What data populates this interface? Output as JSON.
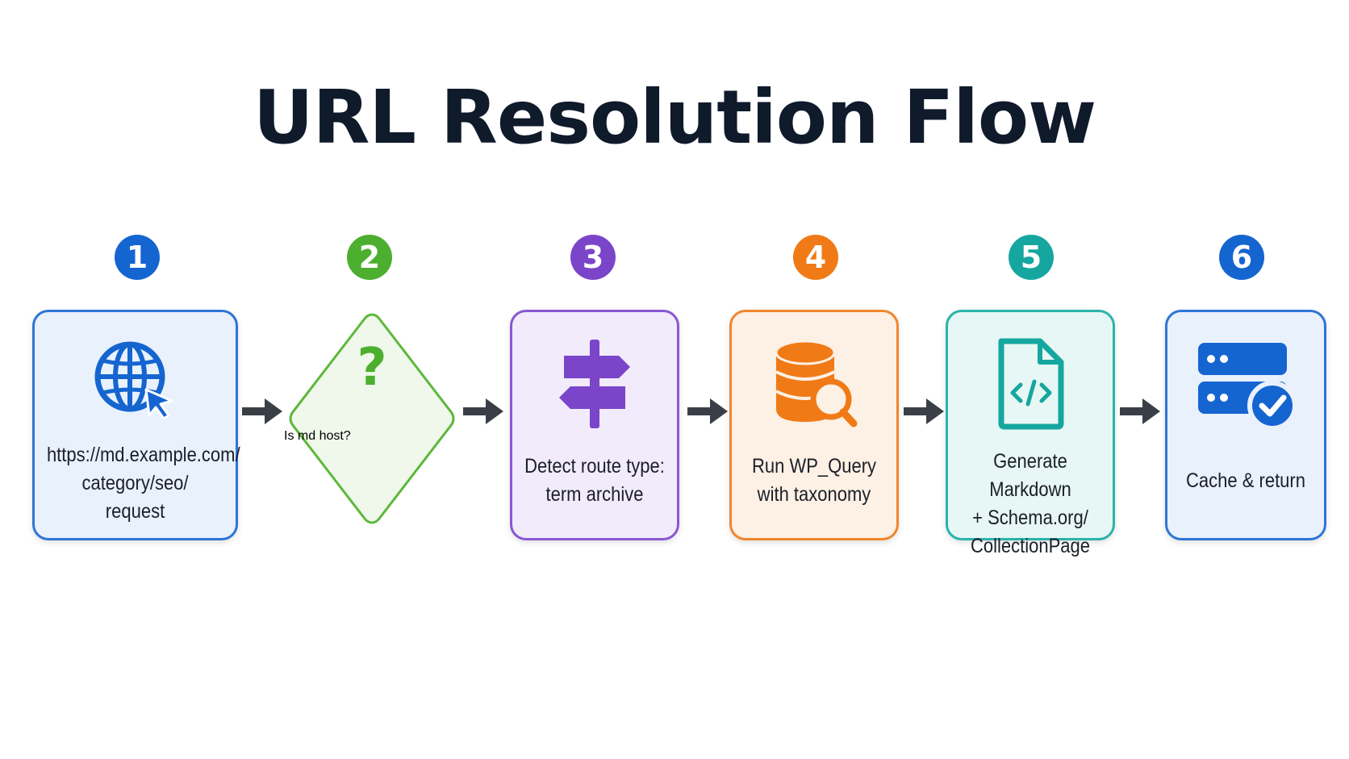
{
  "title": "URL Resolution Flow",
  "colors": {
    "blue": "#1565d0",
    "green": "#4caf2f",
    "purple": "#7b45c9",
    "orange": "#f07a16",
    "teal": "#16a6a0",
    "arrow": "#3a3f47"
  },
  "steps": [
    {
      "number": "1",
      "icon": "globe-cursor-icon",
      "lines": [
        "https://md.example.com/",
        "category/seo/",
        "request"
      ]
    },
    {
      "number": "2",
      "icon": "question-mark-icon",
      "lines": [
        "Is md host?"
      ]
    },
    {
      "number": "3",
      "icon": "signpost-icon",
      "lines": [
        "Detect route type:",
        "term archive"
      ]
    },
    {
      "number": "4",
      "icon": "database-search-icon",
      "lines": [
        "Run WP_Query",
        "with taxonomy"
      ]
    },
    {
      "number": "5",
      "icon": "code-file-icon",
      "lines": [
        "Generate Markdown",
        "+ Schema.org/",
        "CollectionPage"
      ]
    },
    {
      "number": "6",
      "icon": "server-check-icon",
      "lines": [
        "Cache & return"
      ]
    }
  ]
}
